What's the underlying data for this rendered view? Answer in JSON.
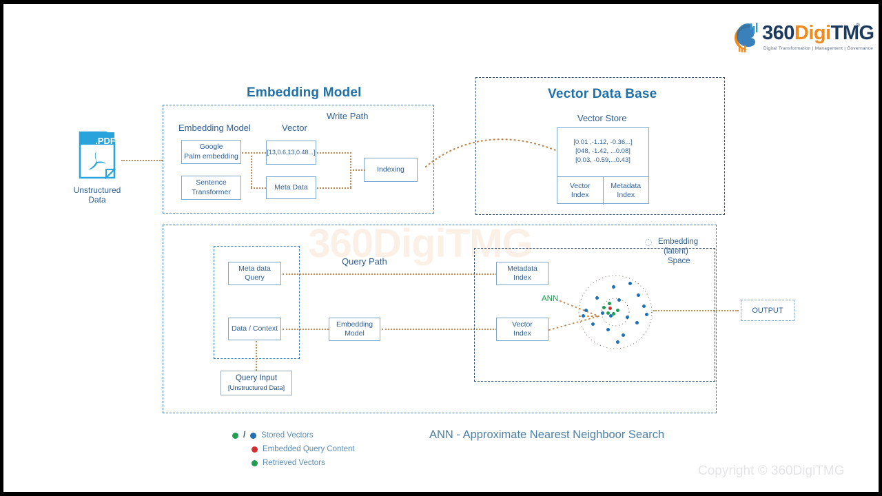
{
  "brand": {
    "name_360": "360",
    "name_digi": "Digi",
    "name_tmg": "TMG",
    "tagline": "Digital Transformation | Management | Governance",
    "registered": "®",
    "watermark": "360DigiTMG",
    "copyright": "Copyright © 360DigiTMG",
    "accent_orange": "#f08a1d",
    "accent_navy": "#1c3a5e"
  },
  "source": {
    "icon": "pdf-file-icon",
    "badge": ".PDF",
    "caption_line1": "Unstructured",
    "caption_line2": "Data"
  },
  "embedding_section": {
    "title": "Embedding Model",
    "path_label": "Write Path",
    "col1_header": "Embedding Model",
    "col2_header": "Vector",
    "nodes": {
      "google_palm": "Google\nPalm embedding",
      "sentence_transformer": "Sentence\nTransformer",
      "vector_values": "[13,0.6,13,0.48...]",
      "meta_data": "Meta Data",
      "indexing": "Indexing"
    }
  },
  "vector_db_section": {
    "title": "Vector Data Base",
    "store_label": "Vector Store",
    "store_rows": [
      "[0.01 ,-1.12, -0.36...]",
      "[048, -1.42, ...0.08]",
      "[0.03, -0.59,...0.43]"
    ],
    "vector_index": "Vector\nIndex",
    "metadata_index": "Metadata\nIndex"
  },
  "query_section": {
    "path_label": "Query Path",
    "meta_data_query": "Meta data\nQuery",
    "data_context": "Data / Context",
    "embedding_model": "Embedding\nModel",
    "query_input_title": "Query Input",
    "query_input_sub": "[Unstructured Data]"
  },
  "retrieval_section": {
    "metadata_index": "Metadata\nIndex",
    "vector_index": "Vector\nIndex",
    "ann_label": "ANN",
    "latent_label_line1": "Embedding",
    "latent_label_line2": "(latent)",
    "latent_label_line3": "Space"
  },
  "output": {
    "label": "OUTPUT"
  },
  "legend": {
    "separator": "/",
    "items": [
      {
        "label": "Stored Vectors",
        "colors": [
          "#1f9d55",
          "#1f6fb2"
        ]
      },
      {
        "label": "Embedded Query Content",
        "colors": [
          "#d32f2f"
        ]
      },
      {
        "label": "Retrieved Vectors",
        "colors": [
          "#1f9d55"
        ]
      }
    ]
  },
  "caption": {
    "ann_expansion": "ANN -  Approximate Nearest Neighboor Search"
  },
  "chart_data": {
    "type": "scatter",
    "title": "Embedding (latent) Space",
    "outer_points": [
      [
        52,
        18
      ],
      [
        76,
        13
      ],
      [
        28,
        34
      ],
      [
        60,
        37
      ],
      [
        88,
        30
      ],
      [
        12,
        52
      ],
      [
        96,
        46
      ],
      [
        22,
        72
      ],
      [
        44,
        80
      ],
      [
        66,
        88
      ],
      [
        86,
        70
      ],
      [
        36,
        56
      ],
      [
        100,
        58
      ],
      [
        48,
        60
      ],
      [
        72,
        62
      ],
      [
        8,
        60
      ],
      [
        58,
        98
      ]
    ],
    "inner_points": [
      [
        38,
        48
      ],
      [
        44,
        56
      ],
      [
        52,
        57
      ],
      [
        58,
        52
      ],
      [
        46,
        42
      ]
    ],
    "query_point": [
      47,
      49
    ],
    "outer_radius": 55,
    "inner_radius": 20,
    "colors": {
      "stored": "#1f6fb2",
      "retrieved": "#1f9d55",
      "query": "#d32f2f"
    }
  }
}
